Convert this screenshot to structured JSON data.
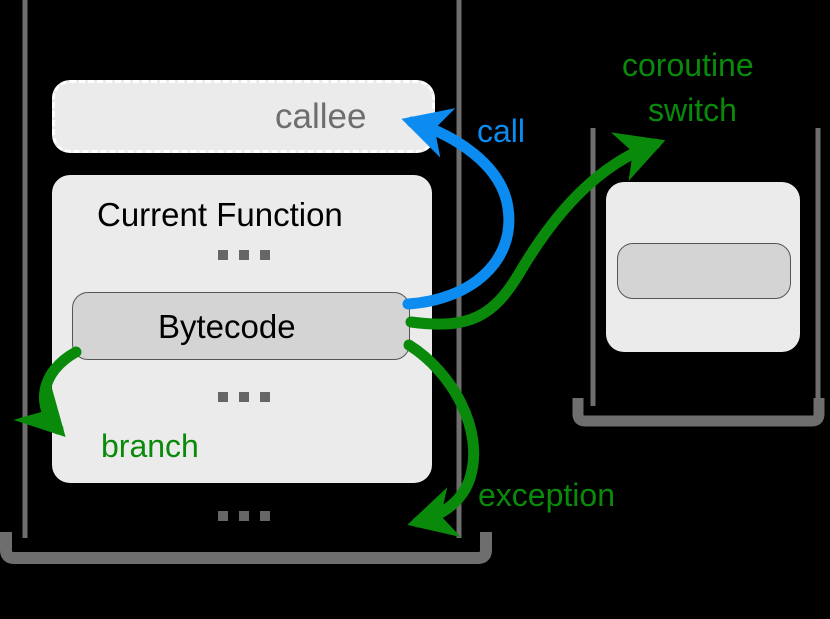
{
  "diagram": {
    "title": "interpreter-frame-control-flow",
    "background_color": "#000000",
    "colors": {
      "green": "#0a8a0a",
      "blue": "#0c8cf0",
      "frame_fill": "#ebebeb",
      "inner_fill": "#d4d4d4",
      "stack_line": "#6e6e6e",
      "dot_gray": "#666666"
    }
  },
  "left_stack": {
    "name": "current-stack",
    "callee_frame": {
      "label": "callee",
      "style": "dashed"
    },
    "current_frame": {
      "label": "Current Function",
      "bytecode_label": "Bytecode"
    },
    "ellipsis_above_bytecode": "...",
    "ellipsis_below_bytecode": "...",
    "ellipsis_below_frame": "...",
    "branch_label": "branch"
  },
  "right_stack": {
    "name": "coroutine-stack",
    "frame": {
      "label": "",
      "inner_label": ""
    }
  },
  "annotations": {
    "call": "call",
    "coroutine_switch_line1": "coroutine",
    "coroutine_switch_line2": "switch",
    "exception": "exception",
    "branch": "branch"
  }
}
